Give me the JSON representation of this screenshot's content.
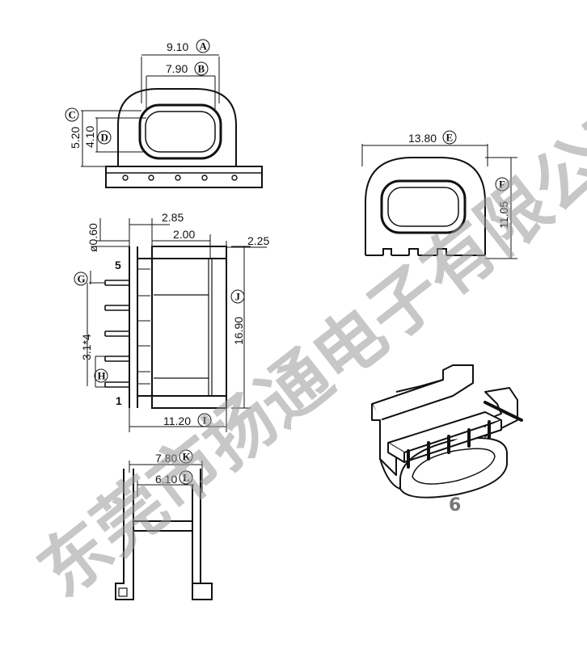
{
  "dimensions": [
    {
      "id": "A",
      "value": "9.10"
    },
    {
      "id": "B",
      "value": "7.90"
    },
    {
      "id": "C",
      "value": "5.20"
    },
    {
      "id": "D",
      "value": "4.10"
    },
    {
      "id": "E",
      "value": "13.80"
    },
    {
      "id": "F",
      "value": "11.05"
    },
    {
      "id": "G",
      "value": "ø0.60"
    },
    {
      "id": "H",
      "value": "3.1*4"
    },
    {
      "id": "I",
      "value": "11.20"
    },
    {
      "id": "J",
      "value": "16.90"
    },
    {
      "id": "K",
      "value": "7.80"
    },
    {
      "id": "L",
      "value": "6.10"
    }
  ],
  "plain_dims": {
    "d285": "2.85",
    "d200": "2.00",
    "d225": "2.25"
  },
  "pins": {
    "top": "5",
    "bottom": "1"
  },
  "figure_number": "6",
  "watermark": "东莞市扬通电子有限公司",
  "colors": {
    "line": "#111111",
    "watermark": "#9a9a9a",
    "figure_number": "#777777"
  }
}
